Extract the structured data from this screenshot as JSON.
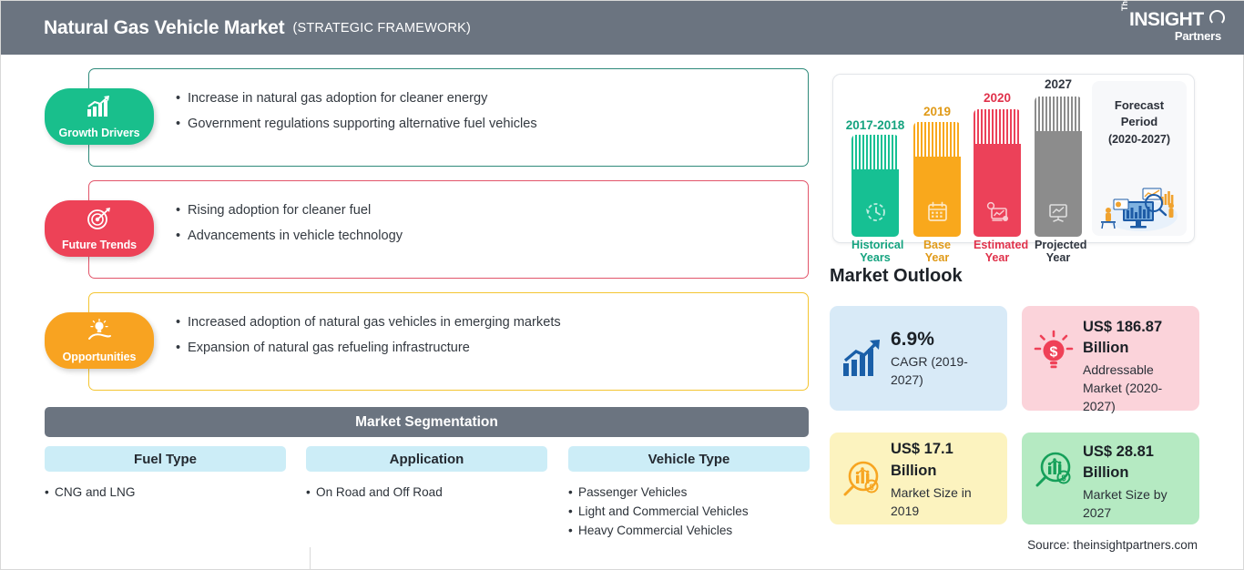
{
  "header": {
    "title": "Natural Gas Vehicle Market",
    "subtitle": "(STRATEGIC FRAMEWORK)",
    "logo": {
      "the": "The",
      "insight": "INSIGHT",
      "partners": "Partners"
    },
    "bg_color": "#6b7480"
  },
  "strategy": [
    {
      "badge": "Growth Drivers",
      "icon": "bar-chart-growth-icon",
      "color": "#19bf8c",
      "border_color": "#2e8a7a",
      "bullets": [
        "Increase in natural gas adoption for cleaner energy",
        "Government regulations supporting alternative fuel vehicles"
      ]
    },
    {
      "badge": "Future Trends",
      "icon": "target-dart-icon",
      "color": "#ed4257",
      "border_color": "#e2556a",
      "bullets": [
        "Rising adoption for cleaner fuel",
        "Advancements in vehicle technology"
      ]
    },
    {
      "badge": "Opportunities",
      "icon": "lightbulb-hand-icon",
      "color": "#f8a321",
      "border_color": "#f4c531",
      "bullets": [
        "Increased adoption of natural gas vehicles in emerging markets",
        "Expansion of natural gas refueling infrastructure"
      ]
    }
  ],
  "segmentation": {
    "header": "Market Segmentation",
    "header_color": "#6b7480",
    "pill_color": "#ccedf7",
    "columns": [
      {
        "title": "Fuel Type",
        "items": [
          "CNG and LNG"
        ]
      },
      {
        "title": "Application",
        "items": [
          "On Road and Off Road"
        ]
      },
      {
        "title": "Vehicle Type",
        "items": [
          "Passenger Vehicles",
          "Light and Commercial Vehicles",
          "Heavy Commercial Vehicles"
        ]
      }
    ]
  },
  "forecast": {
    "bars": [
      {
        "year": "2017-2018",
        "caption_line1": "Historical",
        "caption_line2": "Years",
        "color": "#16c093",
        "icon": "clock-history-icon",
        "height": 112
      },
      {
        "year": "2019",
        "caption_line1": "Base",
        "caption_line2": "Year",
        "color": "#f9a81c",
        "icon": "calendar-icon",
        "height": 126
      },
      {
        "year": "2020",
        "caption_line1": "Estimated",
        "caption_line2": "Year",
        "color": "#ec4159",
        "icon": "analytics-gear-icon",
        "height": 140
      },
      {
        "year": "2027",
        "caption_line1": "Projected",
        "caption_line2": "Year",
        "color": "#8c8c8c",
        "icon": "presentation-chart-icon",
        "height": 154
      }
    ],
    "panel": {
      "title_line1": "Forecast",
      "title_line2": "Period",
      "years": "(2020-2027)",
      "illustration": "data-analysis-illustration"
    }
  },
  "outlook": {
    "title": "Market Outlook",
    "cards": [
      {
        "icon": "bar-chart-arrow-icon",
        "value": "6.9%",
        "label": "CAGR (2019-2027)",
        "bg": "#d8eaf7",
        "accent": "#1a5fa8"
      },
      {
        "icon": "lightbulb-dollar-icon",
        "value": "US$ 186.87 Billion",
        "label": "Addressable Market (2020-2027)",
        "bg": "#fbd3da",
        "accent": "#ef4157"
      },
      {
        "icon": "magnifier-chart-dollar-icon",
        "value": "US$ 17.1 Billion",
        "label": "Market Size in 2019",
        "bg": "#fcf3bf",
        "accent": "#f7a521"
      },
      {
        "icon": "magnifier-chart-dollar-icon",
        "value": "US$ 28.81 Billion",
        "label": "Market Size by 2027",
        "bg": "#b5eac2",
        "accent": "#16a05a"
      }
    ]
  },
  "source": "Source: theinsightpartners.com"
}
